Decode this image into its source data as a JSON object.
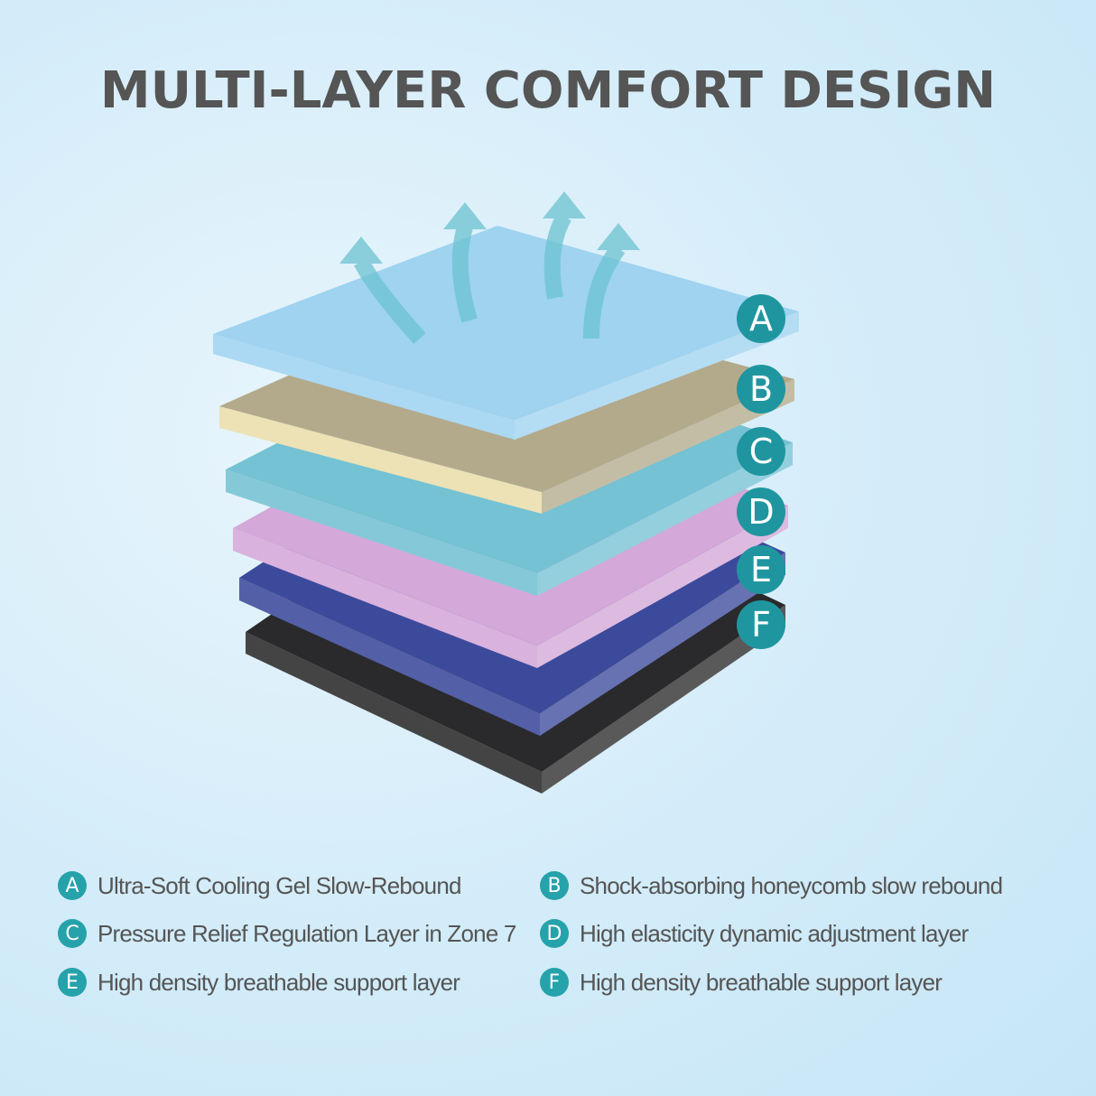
{
  "title": "MULTI-LAYER COMFORT DESIGN",
  "colors": {
    "badge": "#26a2ab",
    "text": "#555555"
  },
  "layers": [
    {
      "letter": "A",
      "description": "Ultra-Soft Cooling Gel Slow-Rebound",
      "color": "#9fd3f0"
    },
    {
      "letter": "B",
      "description": "Shock-absorbing honeycomb slow rebound",
      "color": "#b3aa8c"
    },
    {
      "letter": "C",
      "description": "Pressure Relief Regulation Layer in Zone 7",
      "color": "#74c2d4"
    },
    {
      "letter": "D",
      "description": "High elasticity dynamic adjustment layer",
      "color": "#d4a8d8"
    },
    {
      "letter": "E",
      "description": "High density breathable support layer",
      "color": "#3c4a9c"
    },
    {
      "letter": "F",
      "description": "High density breathable support layer",
      "color": "#2a2a2c"
    }
  ]
}
